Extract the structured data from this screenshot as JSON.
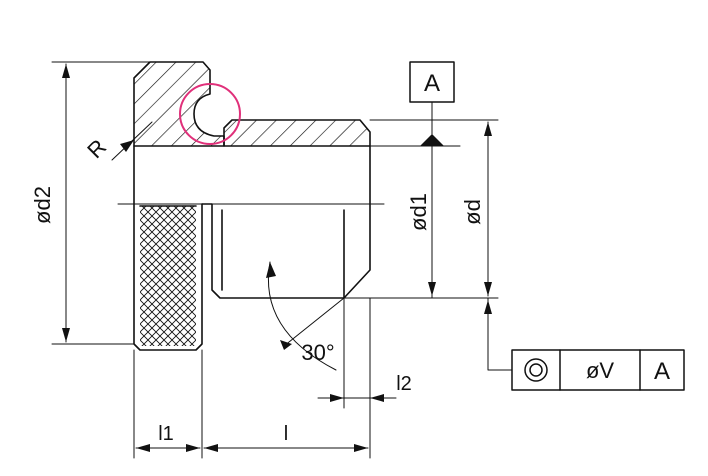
{
  "labels": {
    "d2": "ød2",
    "d1": "ød1",
    "d": "ød",
    "R": "R",
    "angle": "30°",
    "l": "l",
    "l1": "l1",
    "l2": "l2"
  },
  "datum": {
    "letter": "A"
  },
  "tolerance_frame": {
    "tolerance": "øV",
    "datum": "A"
  },
  "colors": {
    "line": "#111111",
    "highlight": "#e0307a"
  }
}
